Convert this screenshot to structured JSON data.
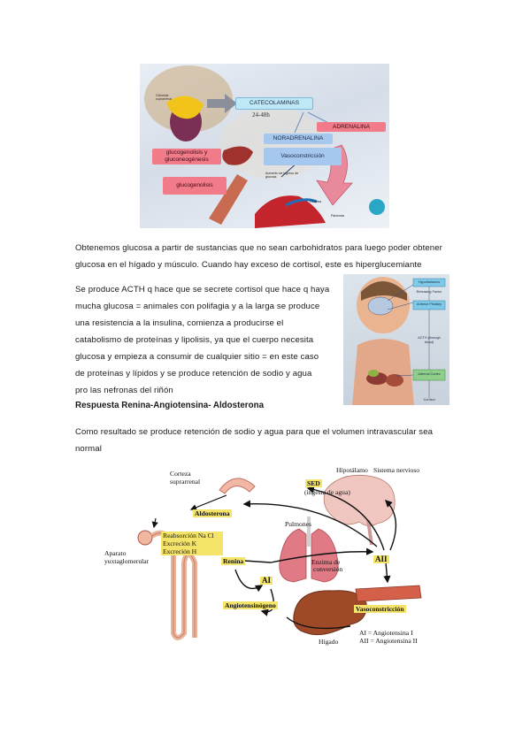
{
  "figure1": {
    "gland_label": "Glándula suprarrenal",
    "catecolaminas": "CATECOLAMINAS",
    "time": "24-48h",
    "adrenalina": "ADRENALINA",
    "noradrenalina": "NORADRENALINA",
    "vasoconstriccion": "Vasoconstricción",
    "glucogenolisis_gluconeogenesis": "glucogenolisis y gluconeogénesis",
    "glucogenolisis": "glucogenolisis",
    "arrow_label": "Aumento de ingreso de glucosa",
    "glucose_label": "Glucosa",
    "pancreas_label": "Páncreas",
    "colors": {
      "pink": "#f27b8a",
      "blue": "#a6c8ef",
      "cyan": "#bfe8f7",
      "teal_dot": "#2aa6c7"
    }
  },
  "paragraph1": {
    "line1": "Obtenemos glucosa a partir de sustancias que no sean carbohidratos para luego poder obtener",
    "line2": "glucosa en el hígado y músculo. Cuando hay exceso de cortisol, este es hiperglucemiante"
  },
  "paragraph2": {
    "lines": [
      "Se produce ACTH q hace que se secrete cortisol que hace q haya",
      "mucha glucosa = animales con polifagia y a la larga se produce",
      "una resistencia a la insulina, comienza a producirse el",
      "catabolismo de proteínas y lipolisis, ya que el cuerpo necesita",
      "glucosa y empieza a consumir de cualquier sitio = en este caso",
      "de proteínas y lípidos y se produce retención de sodio y agua",
      "pro las nefronas del riñón"
    ]
  },
  "figure2": {
    "hypothalamus": "Hypothalamus",
    "releasing_factor": "Releasing Factor",
    "anterior_pituitary": "Anterior Pituitary",
    "acth": "ACTH (through blood)",
    "adrenal_cortex": "Adrenal Cortex",
    "cortisol": "Cortisol"
  },
  "heading": "Respuesta Renina-Angiotensina- Aldosterona",
  "paragraph3": {
    "line1": "Como resultado se produce retención de sodio y agua para que el volumen intravascular sea",
    "line2": "normal"
  },
  "figure3": {
    "corteza": "Corteza",
    "suprarrenal": "suprarrenal",
    "hipotalamo": "Hipotálamo",
    "sistema_nervioso": "Sistema nervioso",
    "sed": "SED",
    "ingesta": "(ingesta de agua)",
    "aldosterona": "Aldosterona",
    "reabsorcion": "Reabsorción Na Cl",
    "excrecion_k": "Excreción    K",
    "excrecion_h": "Excreción    H",
    "pulmones": "Pulmones",
    "aparato": "Aparato",
    "yuxtaglomerular": "yuxtaglomerular",
    "renina": "Renina",
    "enzima": "Enzima de",
    "conversion": "conversión",
    "a1": "AI",
    "a2": "AII",
    "angiotensinogeno": "Angiotensinógeno",
    "vasoconstriccion": "Vasoconstricción",
    "higado": "Hígado",
    "legend1": "AI = Angiotensina I",
    "legend2": "AII = Angiotensina II"
  }
}
